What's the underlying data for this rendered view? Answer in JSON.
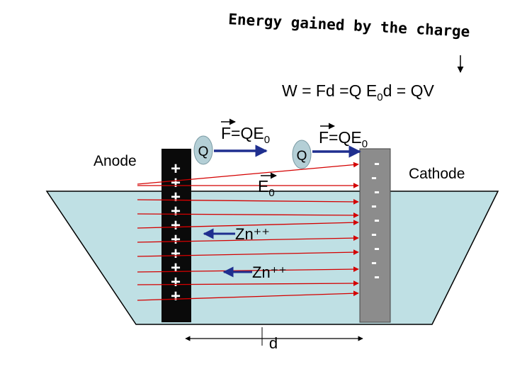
{
  "header": {
    "caption": "Energy gained by the charge",
    "formula_prefix": "W = Fd =Q E",
    "formula_sub": "0",
    "formula_suffix": "d  = QV"
  },
  "electrodes": {
    "anode_label": "Anode",
    "cathode_label": "Cathode",
    "anode_sign": "+",
    "cathode_sign": "-",
    "anode_sign_count": 10,
    "cathode_sign_count": 9
  },
  "charges": {
    "q_left": "Q",
    "q_right": "Q"
  },
  "forces": {
    "f_left_main": "F=QE",
    "f_left_sub": "0",
    "f_right_main": "F=QE",
    "f_right_sub": "0"
  },
  "field": {
    "label_main": "E",
    "label_sub": "0"
  },
  "ions": {
    "ion1": "Zn⁺⁺",
    "ion2": "Zn⁺⁺"
  },
  "distance": {
    "label": "d"
  },
  "colors": {
    "electrolyte": "#bfe0e4",
    "field_lines": "#d40000",
    "vectors": "#1f2f8f",
    "anode": "#0a0a0a",
    "cathode": "#8c8c8c",
    "charge_fill": "#b4cfd6"
  }
}
